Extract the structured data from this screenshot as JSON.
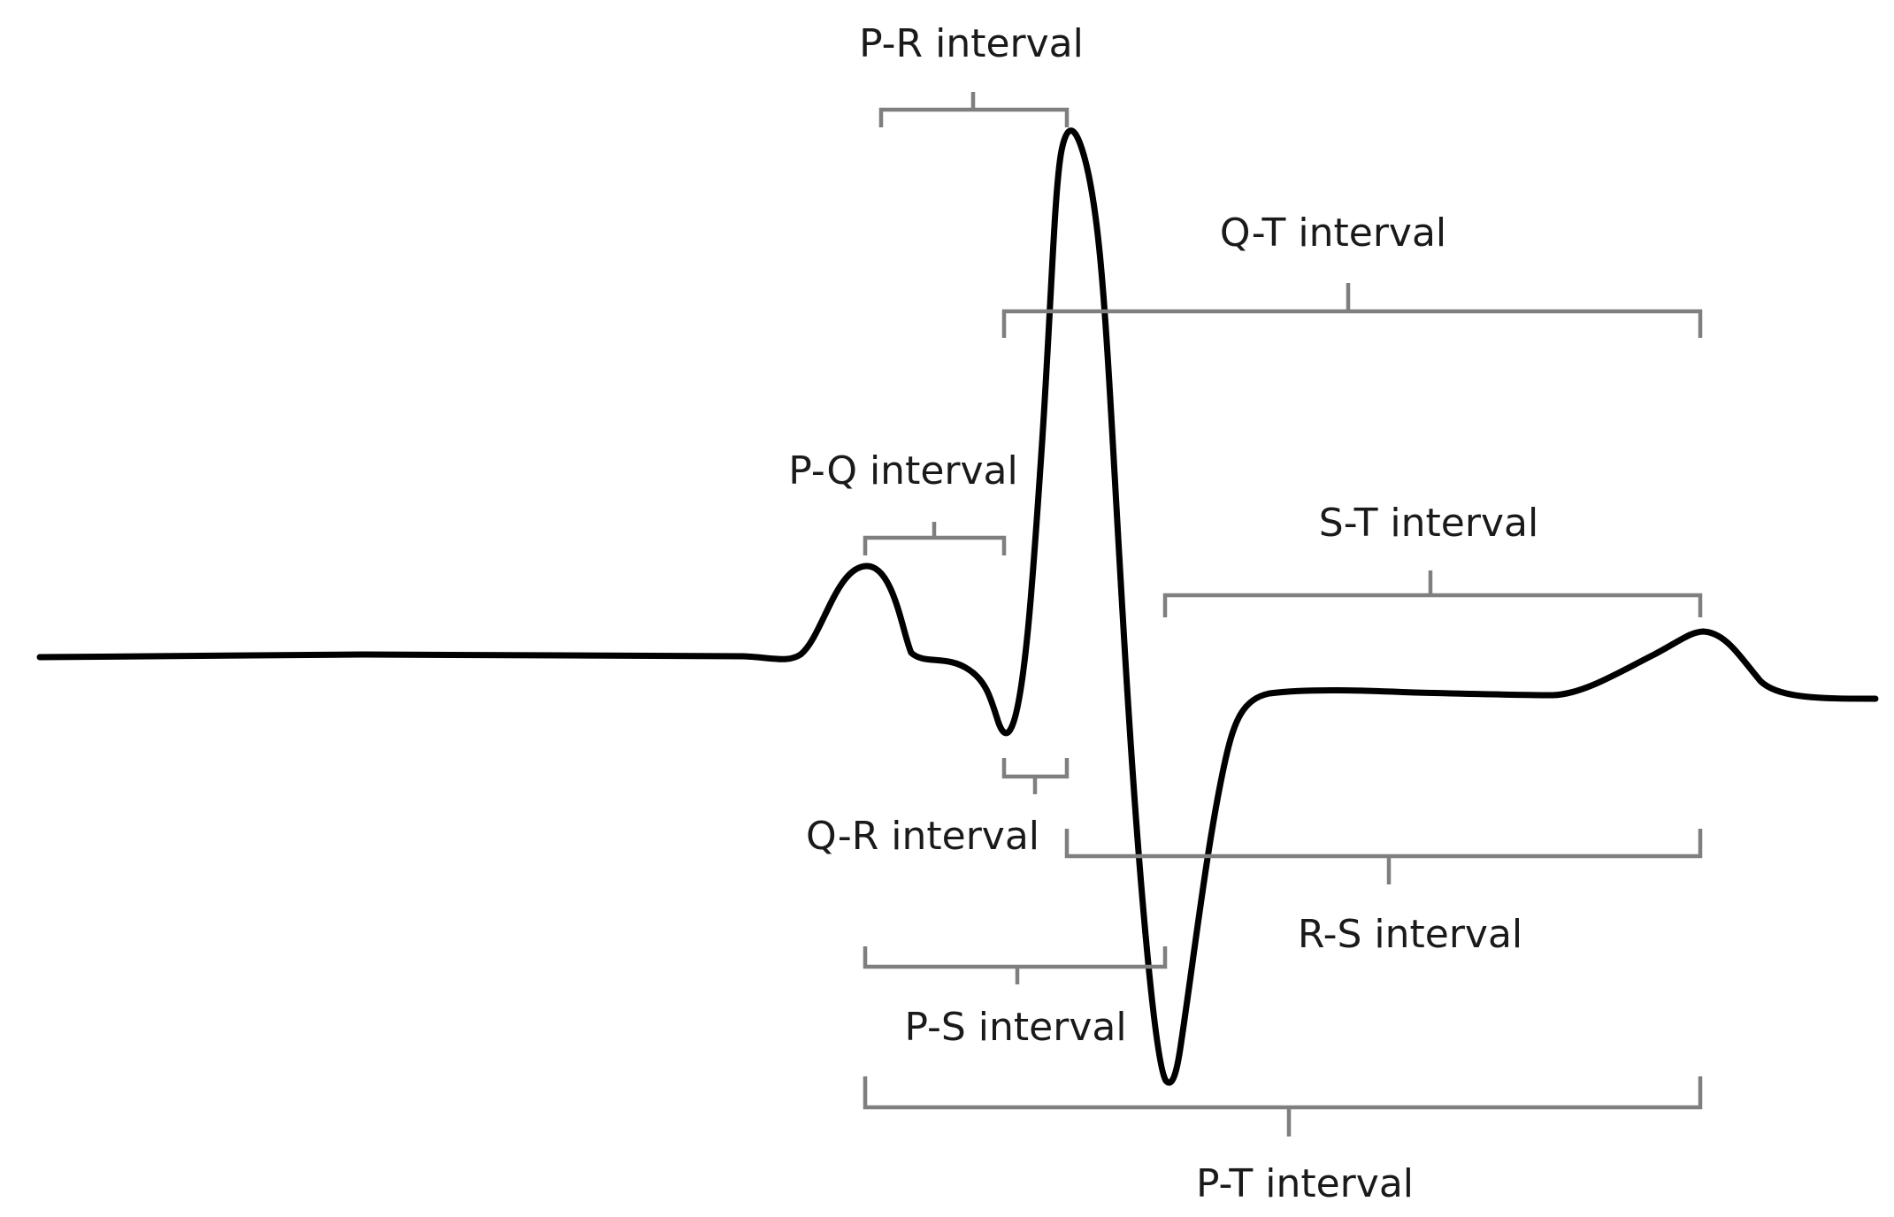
{
  "colors": {
    "trace": "#000000",
    "bracket": "#7f7f7f",
    "text": "#1a1a1a",
    "background": "#ffffff"
  },
  "intervals": {
    "pr": "P-R interval",
    "qt": "Q-T interval",
    "pq": "P-Q interval",
    "st": "S-T interval",
    "qr": "Q-R interval",
    "rs": "R-S interval",
    "ps": "P-S interval",
    "pt": "P-T interval"
  }
}
